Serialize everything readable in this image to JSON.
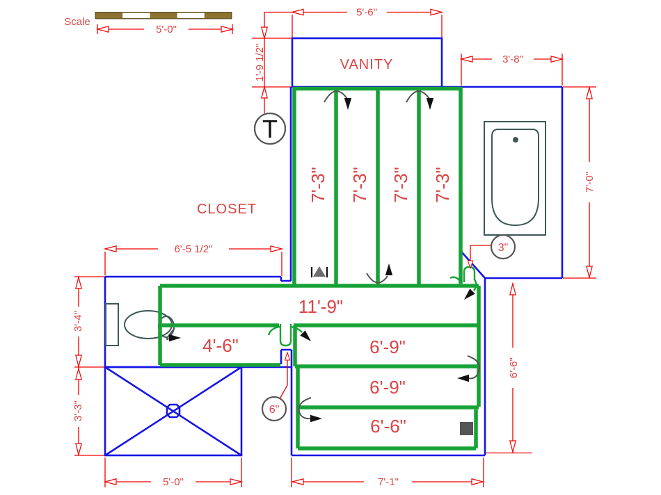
{
  "scale_bar": {
    "label": "Scale",
    "length": "5'-0\""
  },
  "rooms": {
    "vanity": "VANITY",
    "closet": "CLOSET"
  },
  "dims": {
    "vanity_width": "5'-6\"",
    "vanity_setback": "1'-9 1/2\"",
    "tub_alcove_width": "3'-8\"",
    "tub_alcove_depth": "7'-0\"",
    "closet_width": "6'-5 1/2\"",
    "toilet_area_depth": "3'-4\"",
    "shower_depth": "3'-3\"",
    "shower_width": "5'-0\"",
    "bath_floor_width": "7'-1\"",
    "bath_floor_depth": "6'-6\""
  },
  "cable_runs": {
    "vertical": [
      "7'-3\"",
      "7'-3\"",
      "7'-3\"",
      "7'-3\""
    ],
    "horizontal": [
      "11'-9\"",
      "4'-6\"",
      "6'-9\"",
      "6'-9\"",
      "6'-6\""
    ]
  },
  "callouts": {
    "thermostat": "T",
    "loop_3in": "3\"",
    "loop_6in": "6\""
  },
  "colors": {
    "dimension_red": "#f20000",
    "label_red": "#dc4343",
    "wall_blue": "#1414e6",
    "mat_green": "#17a237",
    "fixture_gray": "#3d5858",
    "symbol_gray": "#555555",
    "scale_bar_brown": "#8b722e"
  }
}
